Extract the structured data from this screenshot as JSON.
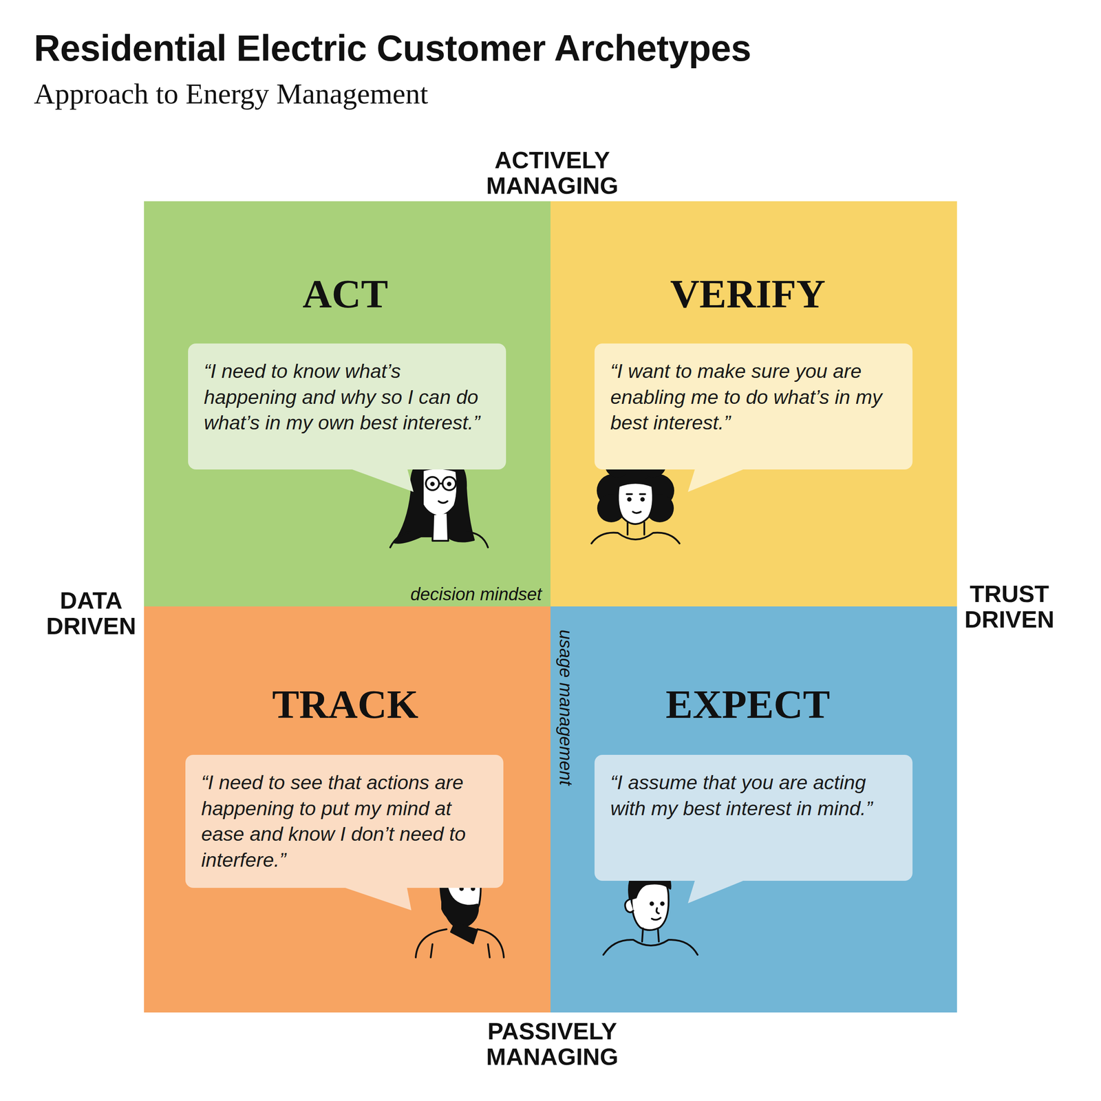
{
  "diagram": {
    "title": "Residential Electric Customer Archetypes",
    "nodes": [
      {
        "text": [
          "ACT"
        ]
      },
      {
        "text": [
          "“I need to know what’s happening and why so I can do what’s in my own best interest.”"
        ],
        "in": 0
      },
      {
        "text": [
          "VERIFY"
        ]
      },
      {
        "text": [
          "“I want to make sure you are enabling me to do what’s in my best interest.”"
        ],
        "in": 2
      },
      {
        "text": [
          "TRACK"
        ]
      },
      {
        "text": [
          "“I need to see that actions are happening to put my mind at ease and know I don’t need to interfere.”"
        ],
        "in": 4
      },
      {
        "text": [
          "EXPECT"
        ]
      },
      {
        "text": [
          "“I assume that you are acting with my best interest in mind.”"
        ],
        "in": 6
      }
    ],
    "labels": [
      "Approach to Energy Management",
      "ACTIVELY MANAGING",
      "DATA DRIVEN",
      "TRUST DRIVEN",
      "PASSIVELY MANAGING",
      "decision mindset",
      "usage management"
    ]
  }
}
